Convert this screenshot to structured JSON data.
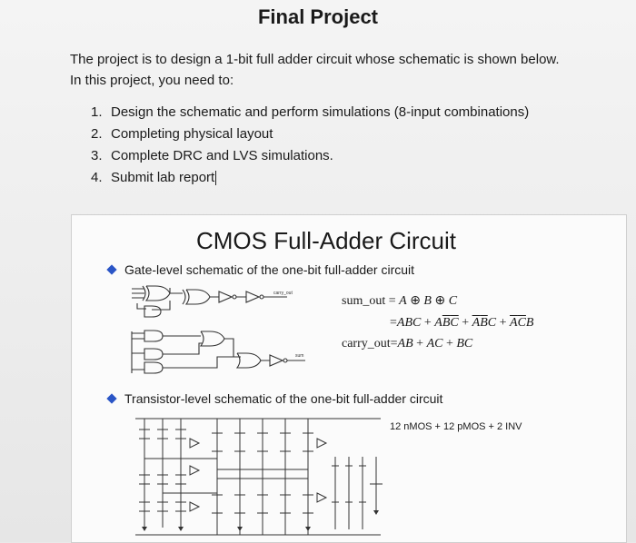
{
  "title": "Final Project",
  "intro": {
    "line1": "The project is to design a 1-bit full adder circuit whose schematic is shown below.",
    "line2": "In this project, you need to:"
  },
  "tasks": [
    {
      "num": "1.",
      "text": "Design the schematic and perform simulations  (8-input combinations)"
    },
    {
      "num": "2.",
      "text": "Completing physical layout"
    },
    {
      "num": "3.",
      "text": "Complete DRC and LVS simulations."
    },
    {
      "num": "4.",
      "text": "Submit lab report"
    }
  ],
  "slide": {
    "title": "CMOS Full-Adder Circuit",
    "bullet1": "Gate-level schematic of the one-bit full-adder circuit",
    "bullet2": "Transistor-level schematic of the one-bit full-adder circuit",
    "transistor_count": "12 nMOS  +  12 pMOS  +  2 INV",
    "labels": {
      "carry": "carry_out",
      "sum": "sum"
    },
    "accent_color": "#2a55c6"
  }
}
